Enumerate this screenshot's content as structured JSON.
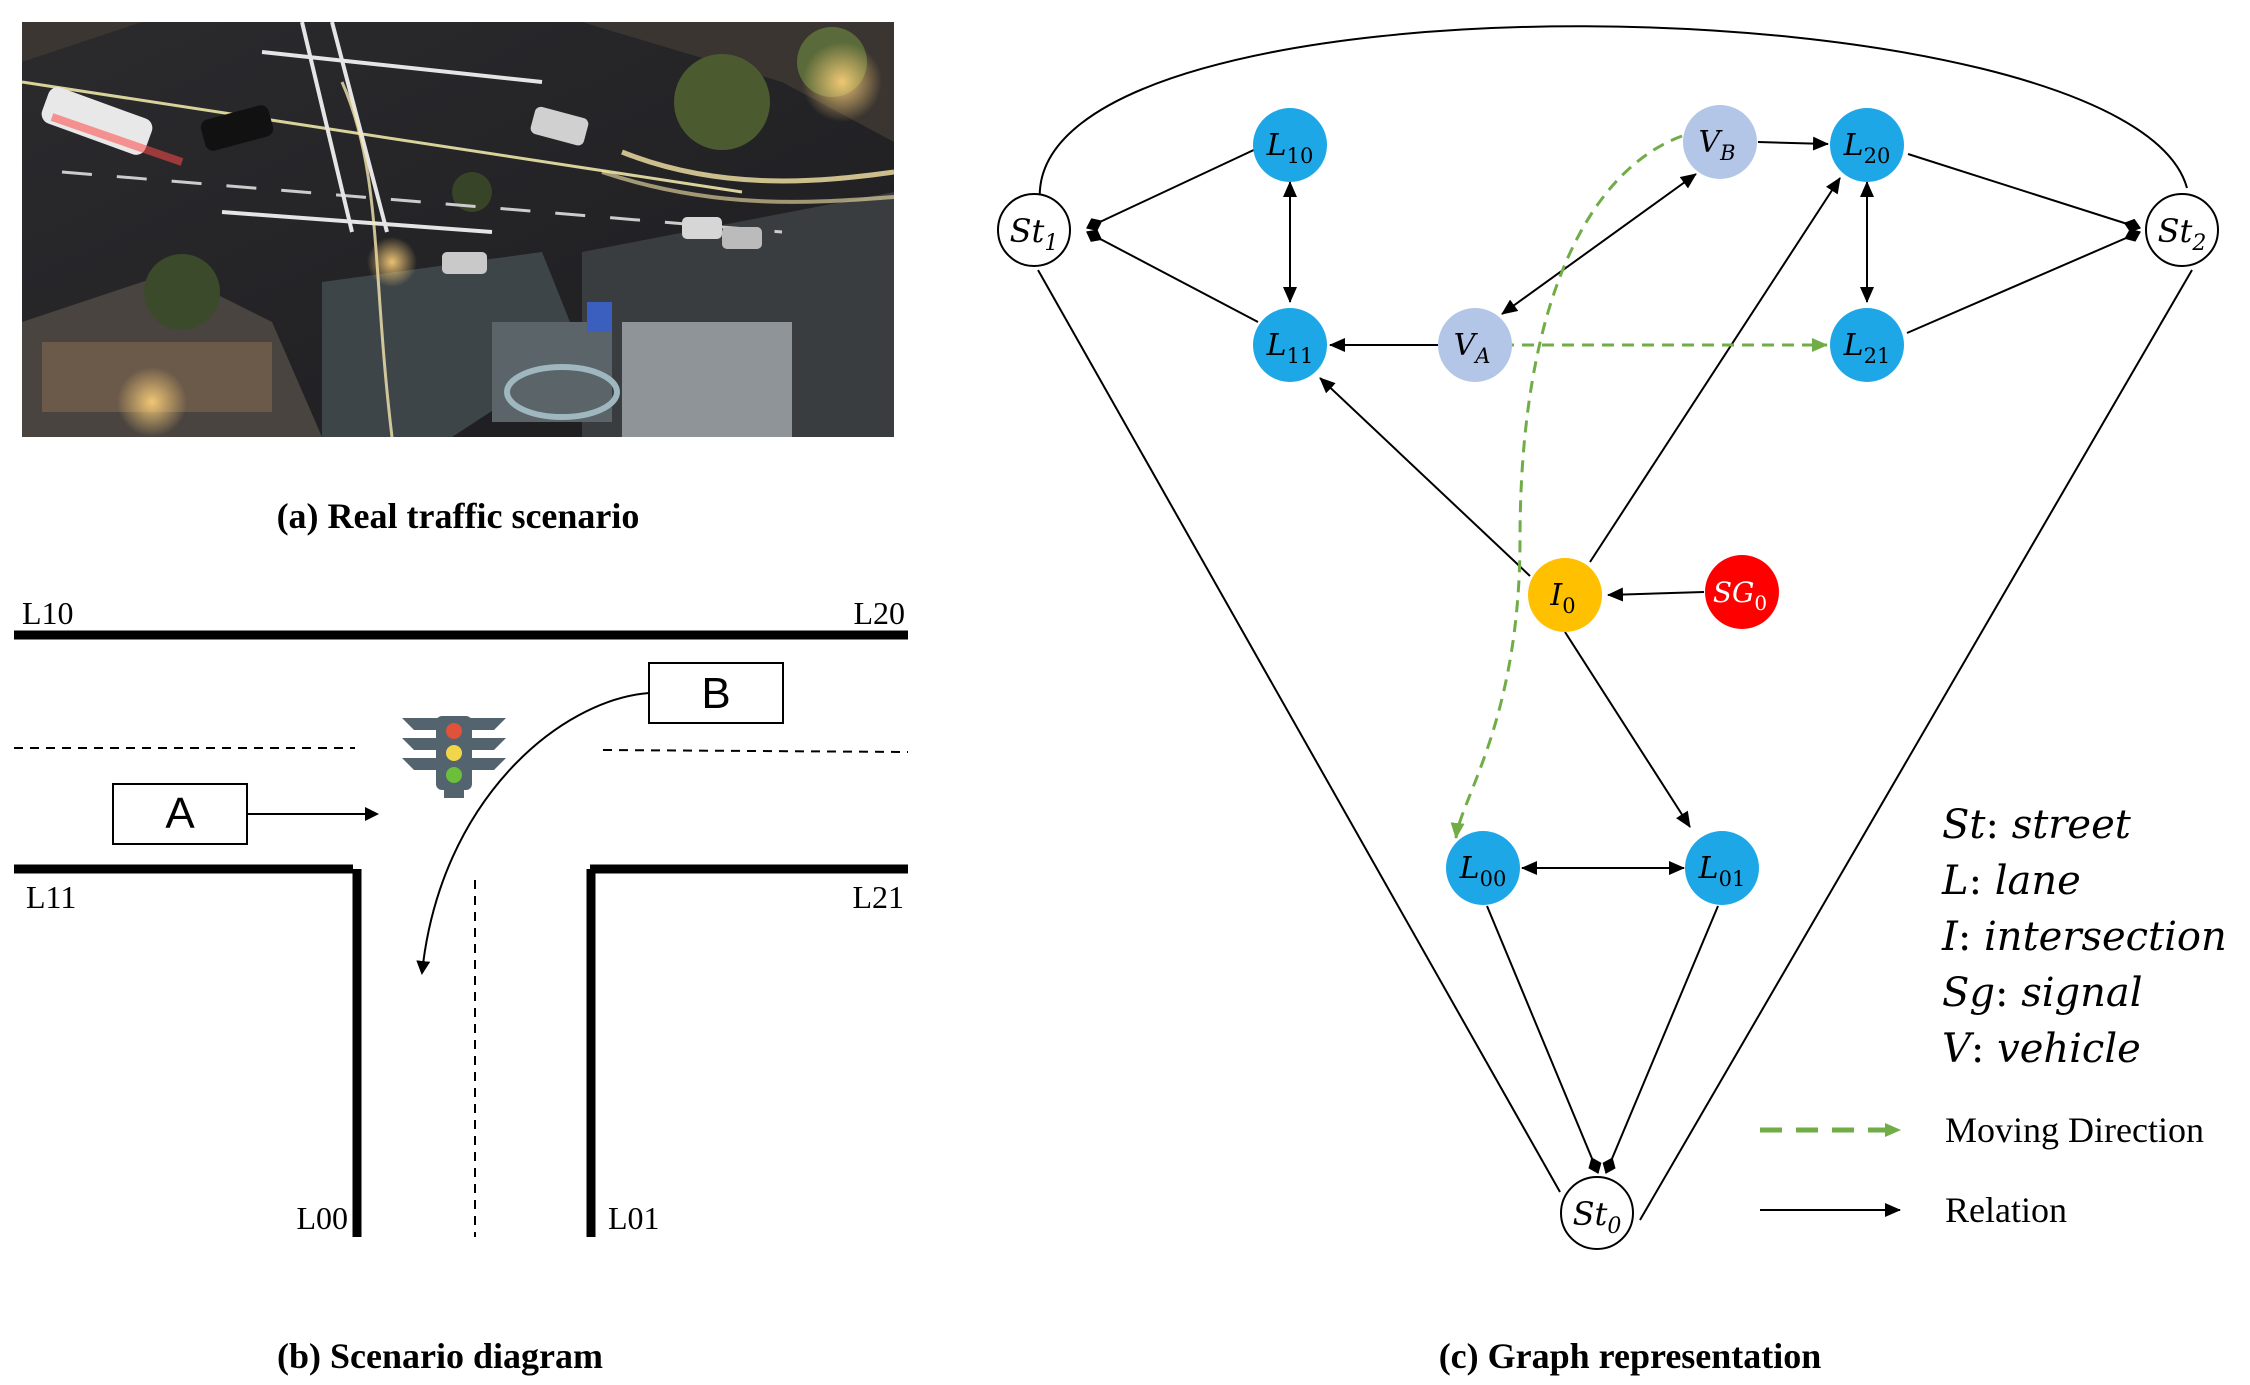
{
  "captions": {
    "a": "(a) Real traffic scenario",
    "b": "(b) Scenario diagram",
    "c": "(c) Graph representation"
  },
  "photo": {
    "description_icon": "aerial-traffic-photo"
  },
  "scenario": {
    "lane_labels": {
      "l10": "L10",
      "l20": "L20",
      "l11": "L11",
      "l21": "L21",
      "l00": "L00",
      "l01": "L01"
    },
    "vehicles": {
      "a": "A",
      "b": "B"
    },
    "traffic_light_icon": "traffic-light-icon"
  },
  "graph": {
    "colors": {
      "lane": "#1ea7e6",
      "vehicle": "#b4c6e7",
      "intersection": "#ffc000",
      "signal": "#ff0000",
      "street": "#ffffff",
      "moving": "#70ad47"
    },
    "nodes": {
      "st0": {
        "base": "St",
        "sub": "0"
      },
      "st1": {
        "base": "St",
        "sub": "1"
      },
      "st2": {
        "base": "St",
        "sub": "2"
      },
      "l10": {
        "base": "L",
        "sub": "10"
      },
      "l11": {
        "base": "L",
        "sub": "11"
      },
      "l20": {
        "base": "L",
        "sub": "20"
      },
      "l21": {
        "base": "L",
        "sub": "21"
      },
      "l00": {
        "base": "L",
        "sub": "00"
      },
      "l01": {
        "base": "L",
        "sub": "01"
      },
      "va": {
        "base": "V",
        "sub": "A"
      },
      "vb": {
        "base": "V",
        "sub": "B"
      },
      "i0": {
        "base": "I",
        "sub": "0"
      },
      "sg0": {
        "base": "SG",
        "sub": "0"
      }
    },
    "legend": {
      "st": {
        "key": "St",
        "desc": "street"
      },
      "l": {
        "key": "L",
        "desc": "lane"
      },
      "i": {
        "key": "I",
        "desc": "intersection"
      },
      "sg": {
        "key": "Sg",
        "desc": "signal"
      },
      "v": {
        "key": "V",
        "desc": "vehicle"
      },
      "moving": "Moving Direction",
      "relation": "Relation"
    }
  }
}
